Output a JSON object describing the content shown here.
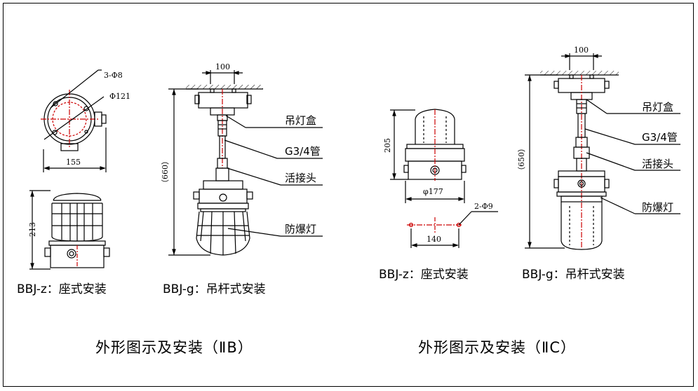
{
  "left_panel": {
    "dims": {
      "holes": "3-Φ8",
      "diameter": "Φ121",
      "base_width": "155",
      "base_height": "213",
      "mount_width": "100",
      "total_height": "（660）"
    },
    "callouts": {
      "box": "吊灯盒",
      "pipe": "G3/4管",
      "joint": "活接头",
      "lamp": "防爆灯"
    },
    "captions": {
      "seat": "BBJ-z：座式安装",
      "pendant": "BBJ-g：吊杆式安装"
    },
    "title": "外形图示及安装（ⅡB）"
  },
  "right_panel": {
    "dims": {
      "base_height": "205",
      "base_diameter": "φ177",
      "holes": "2-Φ9",
      "hole_spacing": "140",
      "mount_width": "100",
      "total_height": "（650）"
    },
    "callouts": {
      "box": "吊灯盒",
      "pipe": "G3/4管",
      "joint": "活接头",
      "lamp": "防爆灯"
    },
    "captions": {
      "seat": "BBJ-z：座式安装",
      "pendant": "BBJ-g：吊杆式安装"
    },
    "title": "外形图示及安装（ⅡC）"
  },
  "colors": {
    "line": "#000000",
    "center_mark": "#cc0000"
  }
}
